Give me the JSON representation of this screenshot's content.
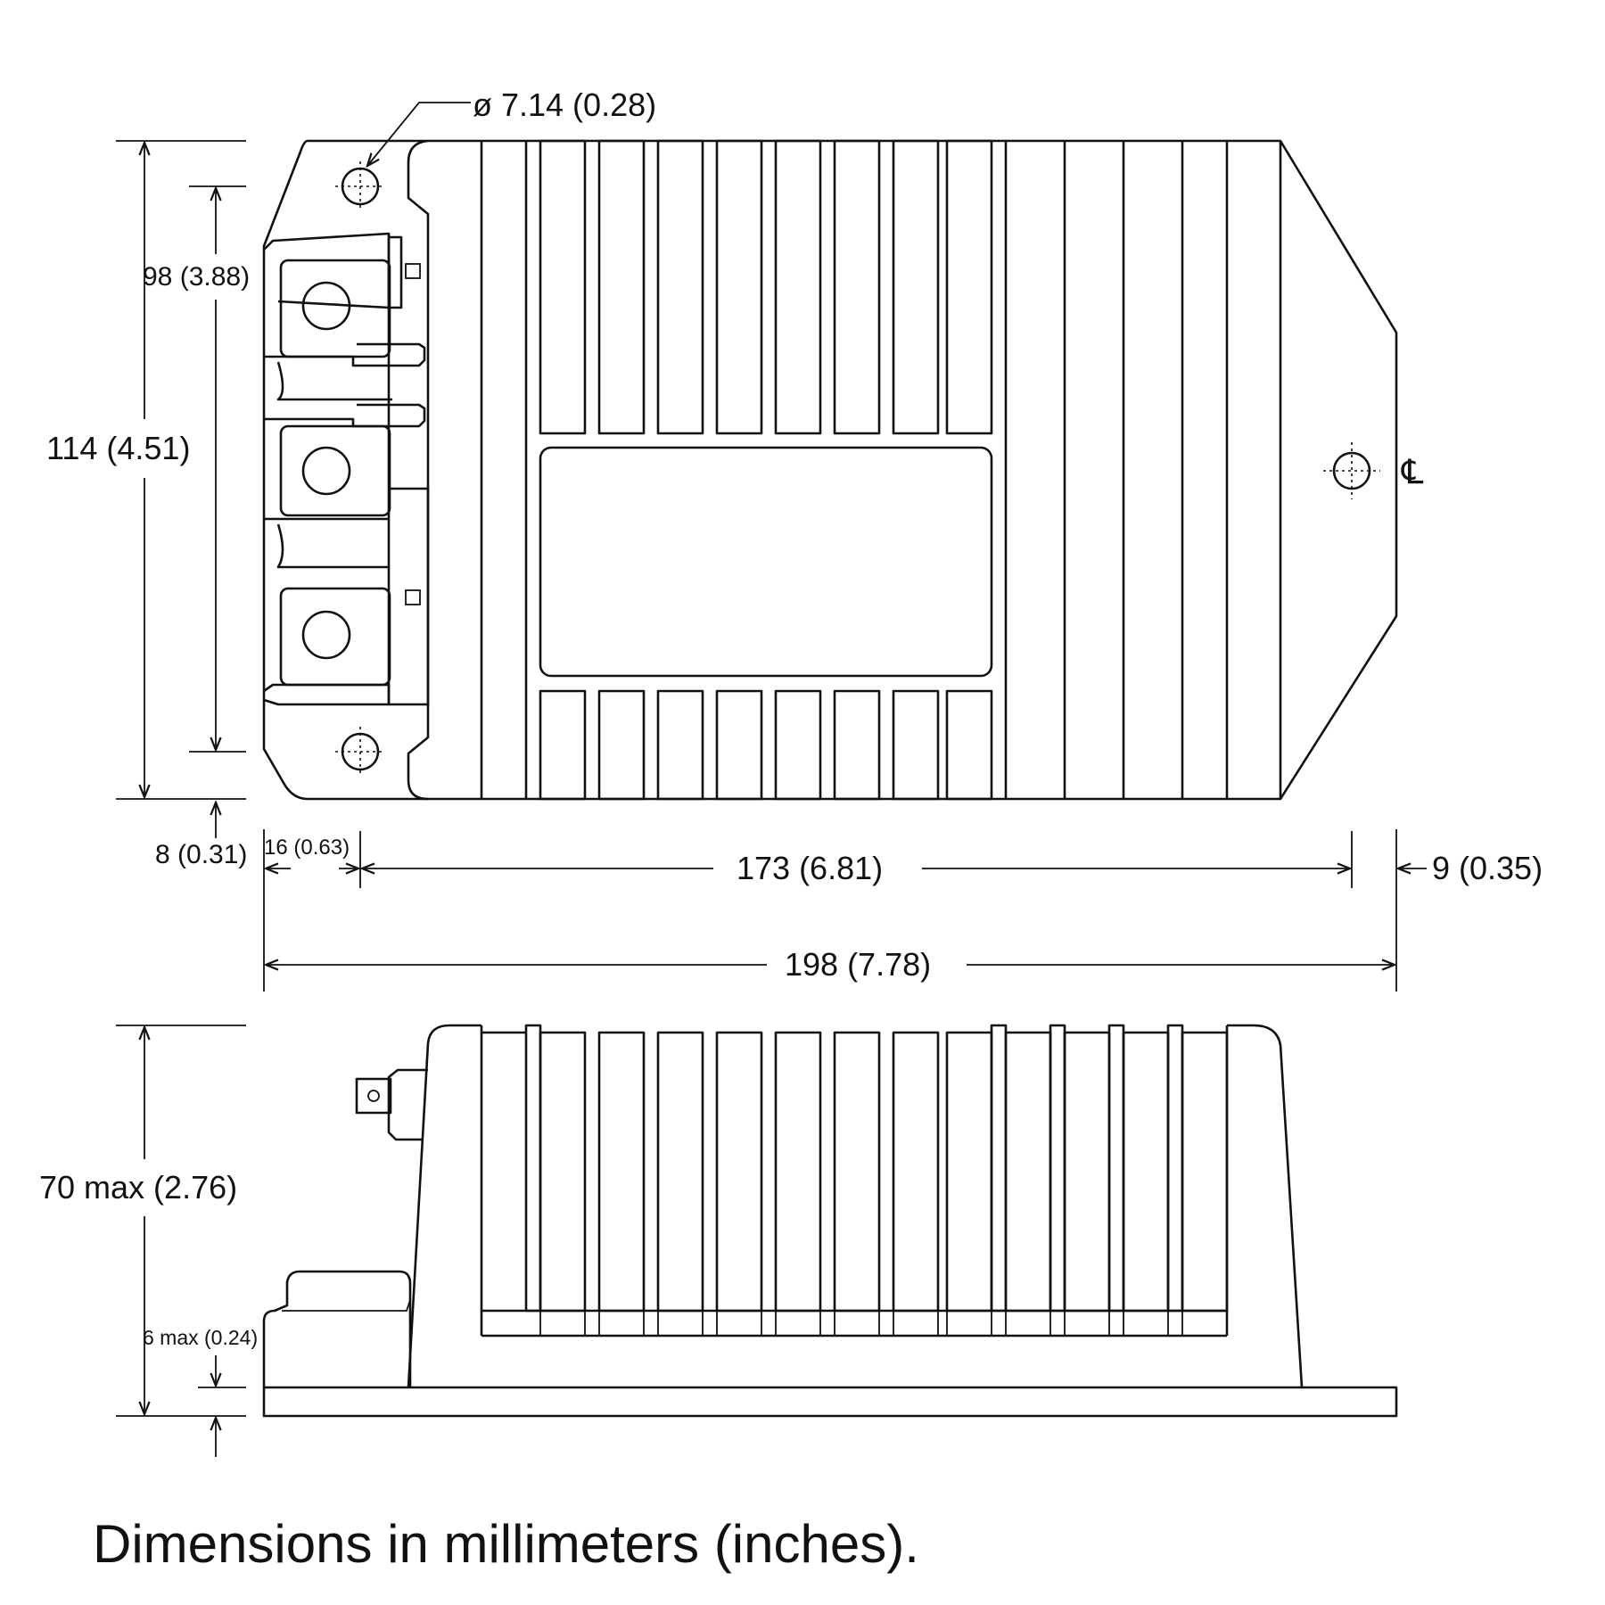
{
  "dimensions": {
    "hole_diameter": "ø 7.14 (0.28)",
    "height_total": "114 (4.51)",
    "hole_spacing_vertical": "98 (3.88)",
    "bottom_offset": "8 (0.31)",
    "flange_offset": "16 (0.63)",
    "hole_spacing_horizontal": "173 (6.81)",
    "right_offset": "9 (0.35)",
    "overall_length": "198 (7.78)",
    "max_height": "70 max (2.76)",
    "base_thickness": "6 max (0.24)"
  },
  "centerline_symbol": "℄",
  "caption": "Dimensions in millimeters (inches)."
}
